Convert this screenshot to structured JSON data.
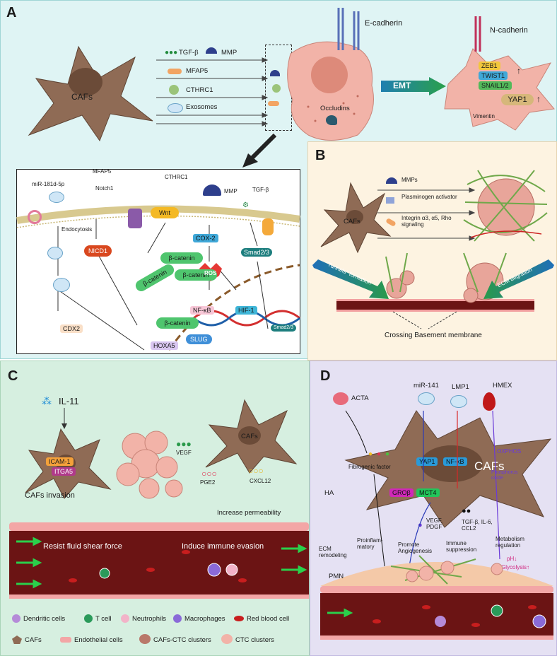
{
  "panels": {
    "a": {
      "label": "A",
      "cafs": "CAFs",
      "factors": {
        "tgfb": "TGF-β",
        "mmp": "MMP",
        "mfap5": "MFAP5",
        "cthrc1": "CTHRC1",
        "exosomes": "Exosomes"
      },
      "ecadherin": "E-cadherin",
      "occludins": "Occludins",
      "emt": "EMT",
      "ncadherin": "N-cadherin",
      "tfs": [
        "ZEB1",
        "TWIST1",
        "SNAIL1/2"
      ],
      "vimentin": "Vimentin",
      "yap1": "YAP1",
      "pathway": {
        "mir": "miR-181d-5p",
        "endocytosis": "Endocytosis",
        "cdx2": "CDX2",
        "hoxa5": "HOXA5",
        "mfap5": "MFAP5",
        "notch1": "Notch1",
        "nicd1": "NICD1",
        "cthrc1": "CTHRC1",
        "wnt": "Wnt",
        "bcatenin": "β-catenin",
        "mmp": "MMP",
        "cox2": "COX-2",
        "ros": "ROS",
        "nfkb": "NF-κB",
        "hif1": "HIF-1",
        "tgfb": "TGF-β",
        "smad23": "Smad2/3",
        "smad_dna": "Smad2/3",
        "slug": "SLUG"
      }
    },
    "b": {
      "label": "B",
      "cafs": "CAFs",
      "mmps": "MMPs",
      "plasminogen": "Plasminogen activator",
      "integrin": "Integrin α3, α5, Rho signaling",
      "tunnels": "\"Tunnels\" formation",
      "ecm": "ECM degration",
      "crossing": "Crossing Basement membrane"
    },
    "c": {
      "label": "C",
      "il11": "IL-11",
      "icam1": "ICAM-1",
      "itga5": "ITGA5",
      "cafs": "CAFs",
      "vegf": "VEGF",
      "pge2": "PGE2",
      "cxcl12": "CXCL12",
      "invasion": "CAFs invasion",
      "permeability": "Increase permeability",
      "shear": "Resist fluid shear force",
      "immune": "Induce immune evasion",
      "legend": [
        "Dendritic cells",
        "T cell",
        "Neutrophils",
        "Macrophages",
        "Red blood cell",
        "CAFs",
        "Endothelial cells",
        "CAFs-CTC clusters",
        "CTC clusters"
      ]
    },
    "d": {
      "label": "D",
      "acta": "ACTA",
      "mir141": "miR-141",
      "lmp1": "LMP1",
      "hmex": "HMEX",
      "yap1": "YAP1",
      "nfkb": "NF-κB",
      "cafs": "CAFs",
      "oxphos": "OXPHOS",
      "phosphorus": "Phosphorus oxide",
      "fibrogenic": "Fibrogenic factor",
      "ha": "HA",
      "grob": "GROβ",
      "mct4": "MCT4",
      "vegf": "VEGF, PDGF",
      "tgfb": "TGF-β, IL-6, CCL2",
      "ecm": "ECM remodeling",
      "proinflam": "Proinflam- matory",
      "angio": "Promote Angiogenesis",
      "immune": "Immune suppression",
      "metab": "Metabolism regulation",
      "ph": "pH↓",
      "glyco": "Glycolysis↑",
      "pmn": "PMN"
    }
  },
  "colors": {
    "panel_a": "#dff4f4",
    "panel_b": "#fdf3e1",
    "panel_c": "#d6efe0",
    "panel_d": "#e5e1f3",
    "caf": "#8f6b55",
    "tumor": "#f2b3a8",
    "emt_arrow": "#1f8ea6",
    "vessel": "#6b1414"
  }
}
